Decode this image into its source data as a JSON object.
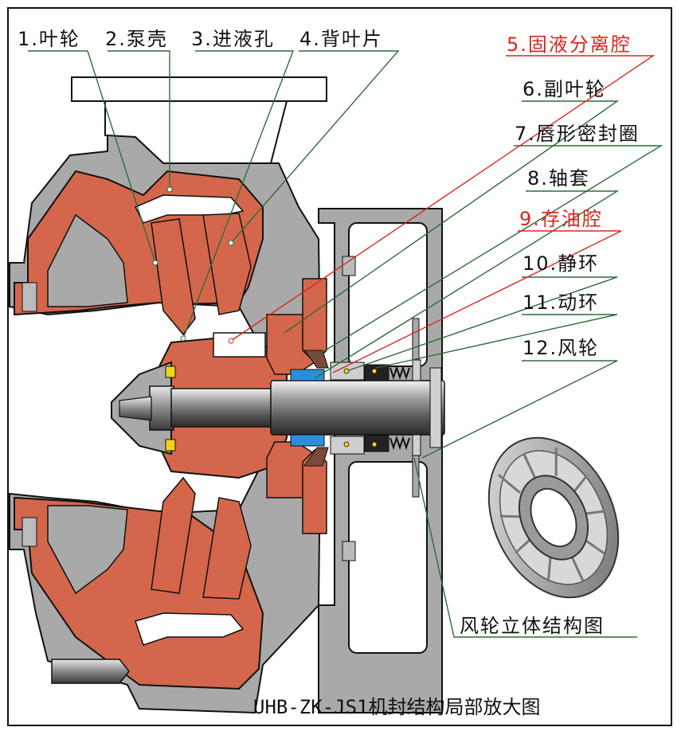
{
  "labels": {
    "impeller": "1.叶轮",
    "casing": "2.泵壳",
    "inlet_hole": "3.进液孔",
    "back_vane": "4.背叶片",
    "separation_chamber": "5.固液分离腔",
    "aux_impeller": "6.副叶轮",
    "lip_seal": "7.唇形密封圈",
    "sleeve": "8.轴套",
    "oil_chamber": "9.存油腔",
    "static_ring": "10.静环",
    "moving_ring": "11.动环",
    "fan_wheel": "12.风轮"
  },
  "fan_caption": "风轮立体结构图",
  "title": "UHB-ZK-JS1机封结构局部放大图",
  "colors": {
    "casting": "#d4664c",
    "casting_dark": "#b2452f",
    "frame_gray": "#a9a9a9",
    "label_red": "#d8281c",
    "leader_green": "#2e6b3a",
    "leader_red": "#d8281c",
    "seal_blue": "#2a8fd8",
    "seal_yellow": "#f2d21a",
    "seal_brown": "#7a4a3a"
  }
}
